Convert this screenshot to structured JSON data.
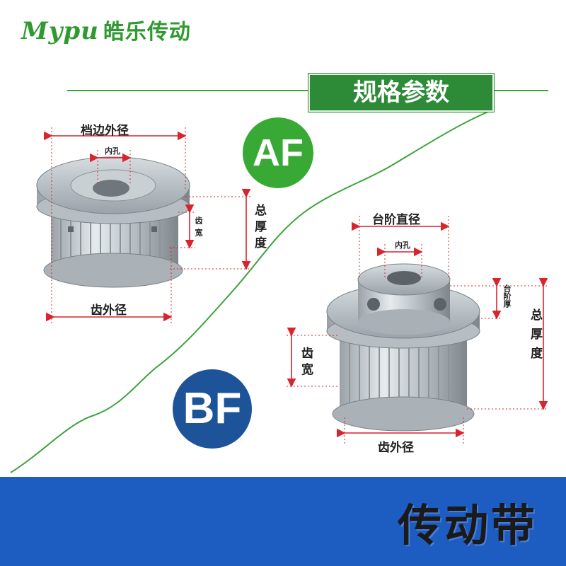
{
  "brand": {
    "latin": "Mypu",
    "chinese": "皓乐传动"
  },
  "banner": {
    "title": "规格参数"
  },
  "af": {
    "badge": "AF",
    "flange_outer_diameter": "档边外径",
    "bore": "内孔",
    "tooth_width": "齿宽",
    "total_thickness": "总厚度",
    "tooth_outer_diameter": "齿外径"
  },
  "bf": {
    "badge": "BF",
    "step_diameter": "台阶直径",
    "bore": "内孔",
    "step_thickness": "台阶厚",
    "total_thickness": "总厚度",
    "tooth_width": "齿宽",
    "tooth_outer_diameter": "齿外径"
  },
  "footer": {
    "label": "传动带"
  },
  "colors": {
    "green_line": "#3aa33a",
    "banner_green": "#2d8a37",
    "af_green": "#39a935",
    "bf_blue": "#1d5499",
    "band_blue": "#1d5cc0",
    "dimension_red": "#d9232d"
  }
}
